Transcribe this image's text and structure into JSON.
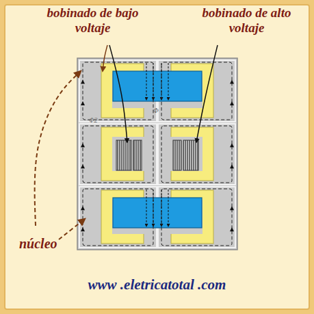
{
  "diagram": {
    "caption": "www .eletricatotal .com",
    "labels": [
      "bobinado de bajo voltaje",
      "bobinado de alto voltaje",
      "núcleo",
      "Φ2",
      "Φ"
    ]
  }
}
